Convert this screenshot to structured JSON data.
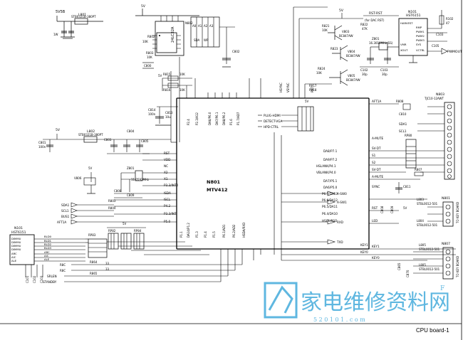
{
  "footer": {
    "label": "CPU board-1"
  },
  "watermark": {
    "text": "家电维修资料网",
    "url": "5 2 0 1 0 1 . c o m",
    "logo_text": "F",
    "color": "#2a9fd6"
  },
  "mcu": {
    "ref": "N801",
    "part": "MTV412"
  },
  "eeprom_top": {
    "ref": "N802",
    "part": "24LC32A"
  },
  "dac_reset": {
    "ref": "N101",
    "part": "HST6151",
    "pins": [
      "HARVEST",
      "RMP",
      "PWM1",
      "PWM2",
      "PWM3",
      "SYS",
      "VMR",
      "XOUT",
      "VCTRL"
    ],
    "label_pin": "PWMOUT"
  },
  "remote_ir": {
    "ref": "N803",
    "part": "TJC10-12AWT"
  },
  "left_ic": {
    "ref": "N101",
    "part": "HST6151",
    "pins": [
      "DIMMU",
      "DIMMU",
      "DIMMU",
      "DIMMU",
      "ARC",
      "AIC",
      "ALE"
    ]
  },
  "crystal": {
    "ref": "Z801",
    "freq": "11.0592MHz"
  },
  "inductors": [
    {
      "ref": "L801",
      "part": "STB0321B-380PT"
    },
    {
      "ref": "L802",
      "part": "STB0321B-380PT"
    },
    {
      "ref": "L803",
      "part": "STBL0012-501"
    },
    {
      "ref": "L804",
      "part": "STBL0012-501"
    },
    {
      "ref": "L805",
      "part": "STBL0012-501"
    }
  ],
  "transistors": [
    {
      "ref": "V803",
      "part": "BC847AW"
    },
    {
      "ref": "V804",
      "part": "BC847AW"
    },
    {
      "ref": "V805",
      "part": "BC847AW"
    }
  ],
  "rails": {
    "v5_top": "5V5B",
    "v5": "+5V",
    "v5_short": "5V"
  },
  "mcu_left_pins": [
    "RST",
    "VDD",
    "NC",
    "X2",
    "X1",
    "P3.3/INT0",
    "ISDA",
    "ISCL",
    "P4.2",
    "P3.3/INT",
    "P5.0"
  ],
  "mcu_top_pins": [
    "P2.4",
    "P2.3/A12",
    "DA6/P6.0",
    "DA7/P6.1",
    "DA8/P6.2",
    "P1.6",
    "P1.7/AD7"
  ],
  "mcu_right_pins": [
    "DA8/P7.1",
    "DA9/P7.2",
    "HSLANK/P4.1",
    "VBLANK/P4.0",
    "DA7/P5.1",
    "DA6/P5.0",
    "P6.7/DA13",
    "P6.6/DA12",
    "P6.5/DA11",
    "P6.4/DA10",
    "HSCL/RSO"
  ],
  "mcu_bottom_pins": [
    "P1.1",
    "DA14/P1.2",
    "P1.3",
    "P1.4",
    "P1.5",
    "P6.1/AD1",
    "P6.2/AD2",
    "HSDA/RXD"
  ],
  "right_labels": [
    "A-MUTE",
    "SV-DT",
    "S1",
    "S2",
    "SV-DT",
    "A-MUTE",
    "SYNC",
    "RST",
    "LED",
    "KEY1",
    "KEY0"
  ],
  "cpu_nets_top": [
    "PLUG-HDMI",
    "DETECT-VGA",
    "HPD-CTRL"
  ],
  "left_nets": [
    "SDA1",
    "SCL1",
    "BUS1",
    "AFT1A"
  ],
  "bottom_left_nets": [
    "SRLEN",
    "STANDBY"
  ],
  "right_side_nets": [
    "AFT1A",
    "SDA1",
    "SCL1",
    "A-SW0",
    "A-SW1",
    "RXD",
    "TXD",
    "KEY1",
    "KEY0"
  ],
  "connectors": [
    {
      "ref": "N803",
      "label": "TJC10-12AWT"
    },
    {
      "ref": "N801",
      "label": "TO KEY BOARD"
    },
    {
      "ref": "N807",
      "label": "TO KEY BOARD"
    }
  ],
  "reset_labels": {
    "rst": "RST-RST",
    "dac": "(for DAC RST)",
    "z801": "Z801",
    "xtal": "16.3010MHz(SS)"
  }
}
